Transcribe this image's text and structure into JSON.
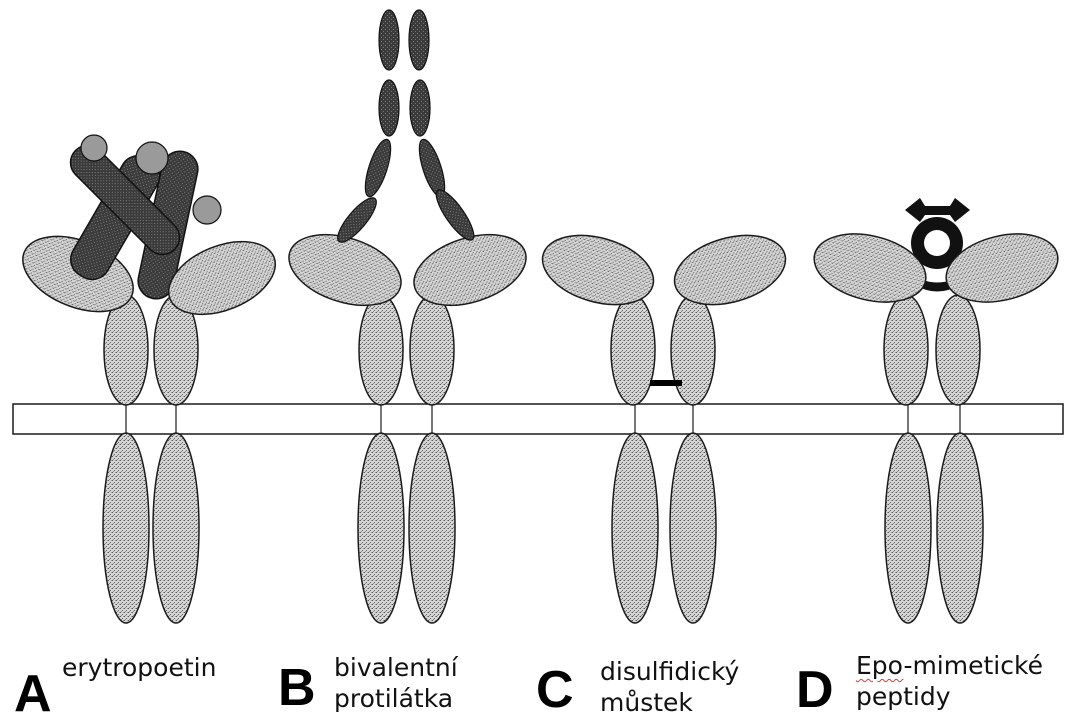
{
  "panels": [
    {
      "letter": "A",
      "caption_line1": "erytropoetin",
      "caption_line2": ""
    },
    {
      "letter": "B",
      "caption_line1": "bivalentní",
      "caption_line2": "protilátka"
    },
    {
      "letter": "C",
      "caption_line1": "disulfidický",
      "caption_line2": "můstek"
    },
    {
      "letter": "D",
      "caption_line1_underlined": "Epo",
      "caption_line1_rest": "-mimetické",
      "caption_line2": "peptidy"
    }
  ],
  "colors": {
    "domain_fill": "#c9c9c9",
    "domain_stroke": "#1a1a1a",
    "ligand_fill": "#3a3a3a",
    "membrane_fill": "#ffffff"
  },
  "icons": [
    "receptor-domain-ellipse",
    "erythropoietin-helix-bundle",
    "antibody-y-shape",
    "disulfide-bond-bar",
    "peptide-ring"
  ]
}
